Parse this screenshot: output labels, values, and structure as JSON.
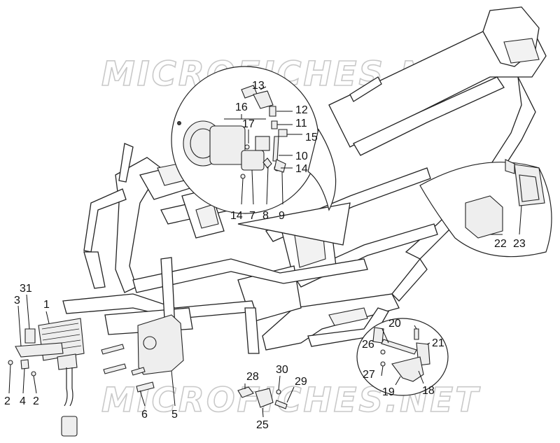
{
  "watermark": "MICROFICHES.NET",
  "callouts": {
    "c1": "1",
    "c2a": "2",
    "c2b": "2",
    "c3": "3",
    "c4": "4",
    "c5": "5",
    "c6": "6",
    "c7": "7",
    "c8": "8",
    "c9": "9",
    "c10": "10",
    "c11": "11",
    "c12": "12",
    "c13": "13",
    "c14a": "14",
    "c14b": "14",
    "c15": "15",
    "c16": "16",
    "c17": "17",
    "c18": "18",
    "c19": "19",
    "c20": "20",
    "c21": "21",
    "c22": "22",
    "c23": "23",
    "c25": "25",
    "c26": "26",
    "c27": "27",
    "c28": "28",
    "c29": "29",
    "c30": "30",
    "c31": "31"
  }
}
